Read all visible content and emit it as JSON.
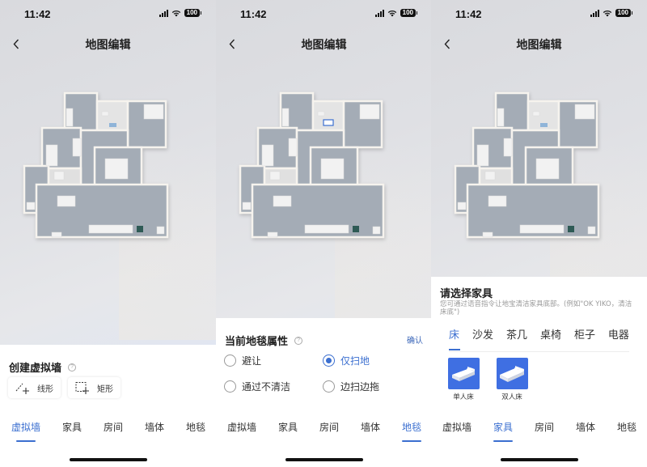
{
  "status_bar": {
    "time": "11:42",
    "battery": "100"
  },
  "nav": {
    "title": "地图编辑",
    "back_icon": "chevron-left-icon"
  },
  "bottom_tabs": [
    "虚拟墙",
    "家具",
    "房间",
    "墙体",
    "地毯"
  ],
  "colors": {
    "accent": "#3b6fd0",
    "furniture_thumb_bg": "#3f6fe2",
    "floor": "#a4acb6",
    "wall": "#f6f3ee"
  },
  "screens": [
    {
      "active_tab": "虚拟墙",
      "panel": {
        "title": "创建虚拟墙",
        "help_icon": "question-circle-icon",
        "tools": [
          {
            "icon": "line-add-icon",
            "label": "线形"
          },
          {
            "icon": "rect-add-icon",
            "label": "矩形"
          }
        ]
      }
    },
    {
      "active_tab": "地毯",
      "panel": {
        "title": "当前地毯属性",
        "help_icon": "question-circle-icon",
        "confirm_label": "确认",
        "options": [
          {
            "label": "避让",
            "checked": false
          },
          {
            "label": "仅扫地",
            "checked": true
          },
          {
            "label": "通过不清洁",
            "checked": false
          },
          {
            "label": "边扫边拖",
            "checked": false
          }
        ]
      }
    },
    {
      "active_tab": "家具",
      "panel": {
        "title": "请选择家具",
        "hint": "您可通过语音指令让地宝清洁家具底部。(例如\"OK YIKO，清洁床底\")",
        "categories": [
          "床",
          "沙发",
          "茶几",
          "桌椅",
          "柜子",
          "电器"
        ],
        "active_category": "床",
        "items": [
          {
            "label": "单人床",
            "icon": "single-bed-icon"
          },
          {
            "label": "双人床",
            "icon": "double-bed-icon"
          }
        ]
      }
    }
  ]
}
